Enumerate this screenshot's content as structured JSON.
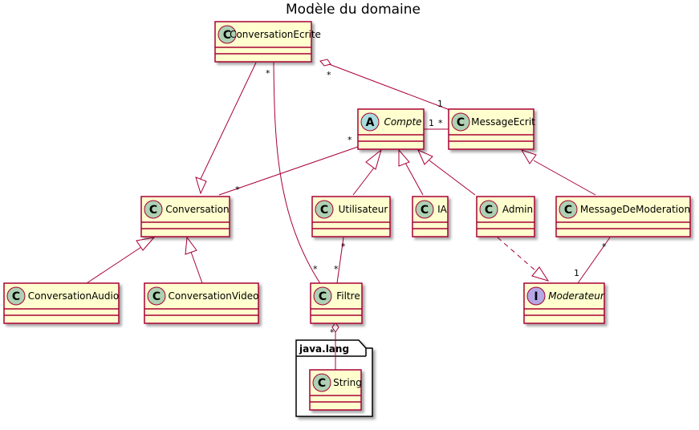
{
  "title": "Modèle du domaine",
  "colors": {
    "class_fill": "#FEFECE",
    "border": "#A80036",
    "class_badge": "#ADD1B2",
    "abstract_badge": "#A9DCDF",
    "interface_badge": "#B4A7E5"
  },
  "package": {
    "name": "java.lang"
  },
  "classes": {
    "conversation_ecrite": {
      "name": "ConversationEcrite",
      "kind": "class",
      "glyph": "C"
    },
    "compte": {
      "name": "Compte",
      "kind": "abstract",
      "glyph": "A"
    },
    "message_ecrit": {
      "name": "MessageEcrit",
      "kind": "class",
      "glyph": "C"
    },
    "conversation": {
      "name": "Conversation",
      "kind": "class",
      "glyph": "C"
    },
    "utilisateur": {
      "name": "Utilisateur",
      "kind": "class",
      "glyph": "C"
    },
    "ia": {
      "name": "IA",
      "kind": "class",
      "glyph": "C"
    },
    "admin": {
      "name": "Admin",
      "kind": "class",
      "glyph": "C"
    },
    "message_de_moderation": {
      "name": "MessageDeModeration",
      "kind": "class",
      "glyph": "C"
    },
    "conversation_audio": {
      "name": "ConversationAudio",
      "kind": "class",
      "glyph": "C"
    },
    "conversation_video": {
      "name": "ConversationVideo",
      "kind": "class",
      "glyph": "C"
    },
    "filtre": {
      "name": "Filtre",
      "kind": "class",
      "glyph": "C"
    },
    "moderateur": {
      "name": "Moderateur",
      "kind": "interface",
      "glyph": "I"
    },
    "string": {
      "name": "String",
      "kind": "class",
      "glyph": "C"
    }
  },
  "multiplicities": {
    "ce_filtre_src": "*",
    "ce_msg_src": "*",
    "ce_msg_dst": "1",
    "compte_msg_src": "1",
    "compte_msg_dst": "*",
    "compte_conv_src": "*",
    "compte_conv_dst": "*",
    "ce_filtre_dst": "*",
    "util_filtre_src": "*",
    "util_filtre_dst": "*",
    "mdm_mod_src": "*",
    "mdm_mod_dst": "1",
    "filtre_string_src": "*"
  }
}
